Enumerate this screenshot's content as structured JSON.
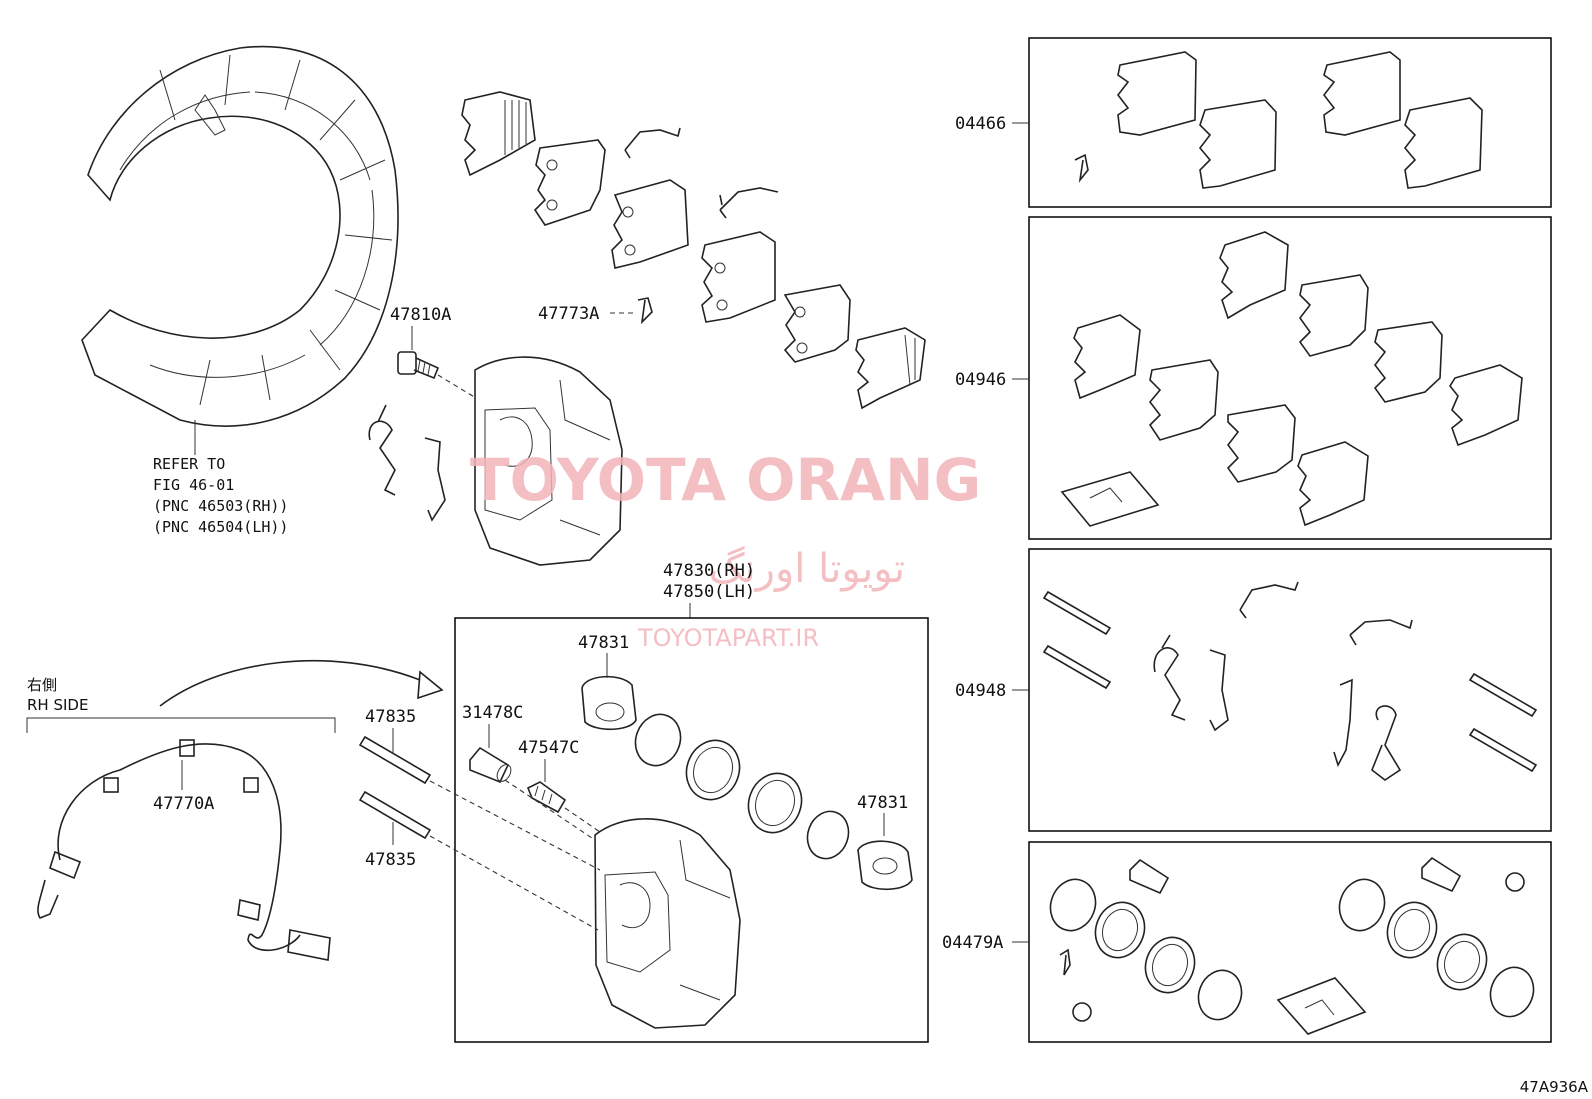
{
  "labels": {
    "p47810A": "47810A",
    "p47773A": "47773A",
    "p47830": "47830(RH)",
    "p47850": "47850(LH)",
    "p47831a": "47831",
    "p47831b": "47831",
    "p31478C": "31478C",
    "p47547C": "47547C",
    "p47835a": "47835",
    "p47835b": "47835",
    "p47770A": "47770A",
    "p04466": "04466",
    "p04946": "04946",
    "p04948": "04948",
    "p04479A": "04479A",
    "drawing_code": "47A936A"
  },
  "refer": {
    "line1": "REFER TO",
    "line2": "FIG 46-01",
    "line3": "(PNC 46503(RH))",
    "line4": "(PNC 46504(LH))"
  },
  "side": {
    "cjk": "右側",
    "en": "RH SIDE"
  },
  "watermark": {
    "brand": "TOYOTA ORANG",
    "persian": "تویوتا اورنگ",
    "site": "TOYOTAPART.IR"
  },
  "colors": {
    "line": "#222222",
    "watermark": "#f2b4b9"
  }
}
